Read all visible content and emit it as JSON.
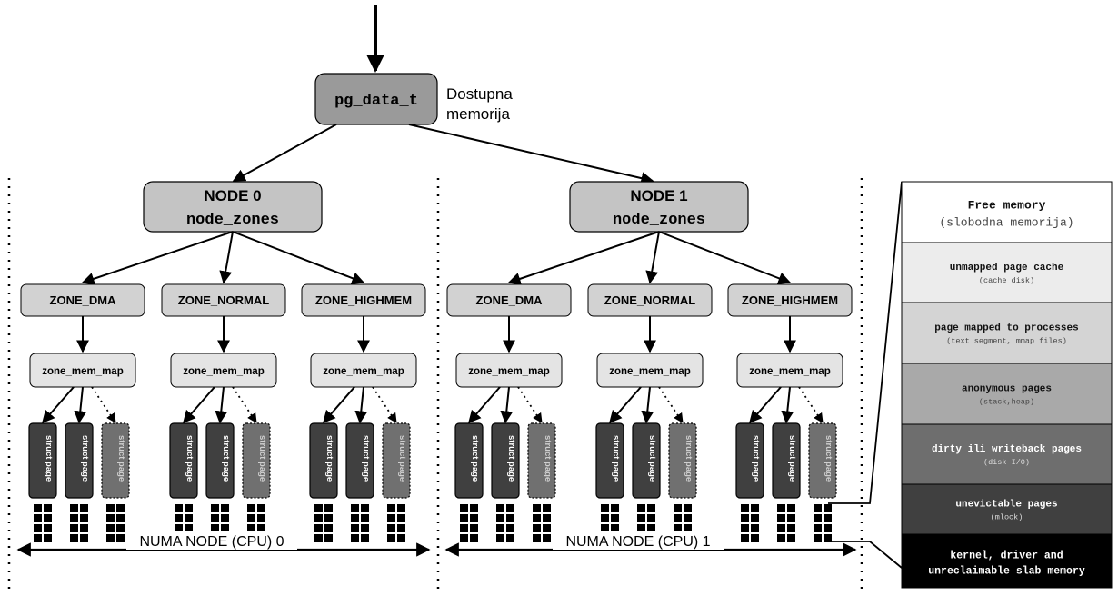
{
  "root": {
    "label": "pg_data_t",
    "caption_line1": "Dostupna",
    "caption_line2": "memorija"
  },
  "nodes": [
    {
      "title": "NODE 0",
      "subtitle": "node_zones",
      "numa_label": "NUMA NODE (CPU) 0",
      "zones": [
        {
          "name": "ZONE_DMA",
          "mem_map": "zone_mem_map"
        },
        {
          "name": "ZONE_NORMAL",
          "mem_map": "zone_mem_map"
        },
        {
          "name": "ZONE_HIGHMEM",
          "mem_map": "zone_mem_map"
        }
      ]
    },
    {
      "title": "NODE 1",
      "subtitle": "node_zones",
      "numa_label": "NUMA NODE (CPU) 1",
      "zones": [
        {
          "name": "ZONE_DMA",
          "mem_map": "zone_mem_map"
        },
        {
          "name": "ZONE_NORMAL",
          "mem_map": "zone_mem_map"
        },
        {
          "name": "ZONE_HIGHMEM",
          "mem_map": "zone_mem_map"
        }
      ]
    }
  ],
  "struct_page_label": "struct page",
  "memory_stack": [
    {
      "title": "Free memory",
      "subtitle": "(slobodna memorija)",
      "fill": "#ffffff",
      "text_color": "#111111"
    },
    {
      "title": "unmapped page cache",
      "subtitle": "(cache disk)",
      "fill": "#ececec",
      "text_color": "#111111"
    },
    {
      "title": "page mapped to processes",
      "subtitle": "(text segment, mmap files)",
      "fill": "#d4d4d4",
      "text_color": "#111111"
    },
    {
      "title": "anonymous pages",
      "subtitle": "(stack,heap)",
      "fill": "#a9a9a9",
      "text_color": "#111111"
    },
    {
      "title": "dirty ili writeback pages",
      "subtitle": "(disk I/O)",
      "fill": "#6e6e6e",
      "text_color": "#ffffff"
    },
    {
      "title": "unevictable pages",
      "subtitle": "(mlock)",
      "fill": "#404040",
      "text_color": "#ffffff"
    },
    {
      "title": "kernel, driver and",
      "subtitle": "unreclaimable slab memory",
      "fill": "#000000",
      "text_color": "#ffffff"
    }
  ],
  "colors": {
    "root_fill": "#9a9a9a",
    "node_fill": "#c4c4c4",
    "zone_fill": "#d2d2d2",
    "memmap_fill": "#e4e4e4",
    "struct_page_fill": "#404040",
    "struct_page_dashed_fill": "#707070",
    "line": "#000000"
  }
}
